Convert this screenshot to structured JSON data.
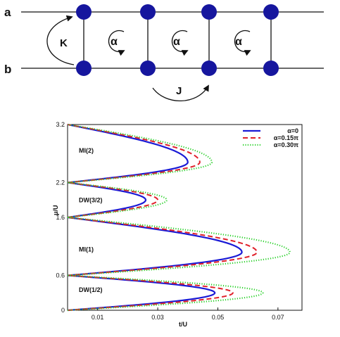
{
  "ladder": {
    "leg_a": "a",
    "leg_b": "b",
    "rung_hopping": "K",
    "leg_hopping": "J",
    "flux": "α",
    "site_count_per_leg": 4
  },
  "chart_data": {
    "type": "line",
    "xlabel": "t/U",
    "ylabel": "μ/U",
    "xlim": [
      0,
      0.078
    ],
    "ylim": [
      0,
      3.2
    ],
    "x_ticks": [
      "0.01",
      "0.03",
      "0.05",
      "0.07"
    ],
    "x_tick_values": [
      0.01,
      0.03,
      0.05,
      0.07
    ],
    "y_ticks": [
      "0",
      "0.6",
      "1.6",
      "2.2",
      "3.2"
    ],
    "y_tick_values": [
      0,
      0.6,
      1.6,
      2.2,
      3.2
    ],
    "legend_position": "top-right",
    "lobes": [
      {
        "name": "DW(1/2)",
        "mu_low": 0,
        "mu_high": 0.6,
        "label_mu": 0.35
      },
      {
        "name": "MI(1)",
        "mu_low": 0.6,
        "mu_high": 1.6,
        "label_mu": 1.05
      },
      {
        "name": "DW(3/2)",
        "mu_low": 1.6,
        "mu_high": 2.2,
        "label_mu": 1.9
      },
      {
        "name": "MI(2)",
        "mu_low": 2.2,
        "mu_high": 3.2,
        "label_mu": 2.75
      }
    ],
    "series": [
      {
        "name": "α=0",
        "color": "#1a1ad6",
        "style": "solid",
        "tips": [
          {
            "t": 0.049,
            "mu": 0.3
          },
          {
            "t": 0.058,
            "mu": 1.0
          },
          {
            "t": 0.026,
            "mu": 1.9
          },
          {
            "t": 0.04,
            "mu": 2.55
          }
        ]
      },
      {
        "name": "α=0.15π",
        "color": "#e0202a",
        "style": "dashed",
        "tips": [
          {
            "t": 0.055,
            "mu": 0.3
          },
          {
            "t": 0.063,
            "mu": 1.0
          },
          {
            "t": 0.03,
            "mu": 1.9
          },
          {
            "t": 0.044,
            "mu": 2.55
          }
        ]
      },
      {
        "name": "α=0.30π",
        "color": "#2ed12e",
        "style": "dotted",
        "tips": [
          {
            "t": 0.065,
            "mu": 0.3
          },
          {
            "t": 0.074,
            "mu": 1.0
          },
          {
            "t": 0.033,
            "mu": 1.9
          },
          {
            "t": 0.048,
            "mu": 2.55
          }
        ]
      }
    ]
  }
}
